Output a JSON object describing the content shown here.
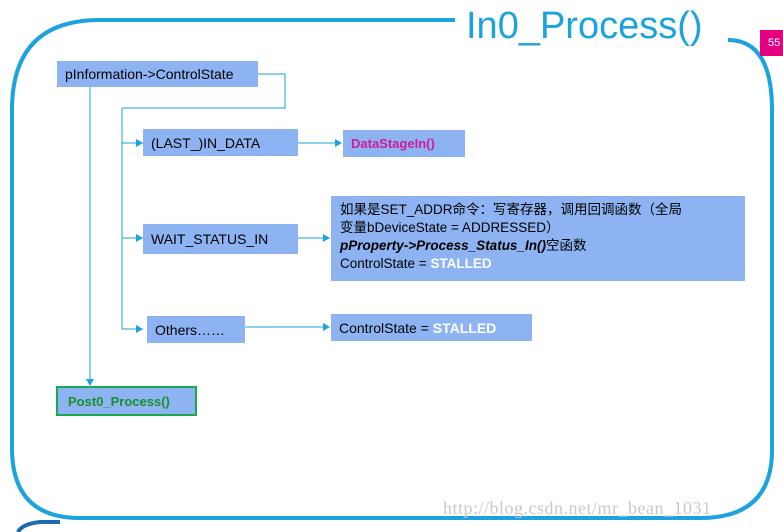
{
  "slide": {
    "title": "In0_Process()",
    "page_number": "55",
    "watermark": "http://blog.csdn.net/mr_bean_1031"
  },
  "nodes": {
    "control_state": "pInformation->ControlState",
    "in_data": "(LAST_)IN_DATA",
    "data_stage_in": "DataStageIn()",
    "wait_status_in": "WAIT_STATUS_IN",
    "wait_desc_line1": "如果是SET_ADDR命令：写寄存器，调用回调函数（全局",
    "wait_desc_line2": "变量bDeviceState = ADDRESSED）",
    "wait_desc_line3_italic": "pProperty->Process_Status_In()",
    "wait_desc_line3_suffix": "空函数",
    "control_state_prefix": "ControlState = ",
    "stalled": "STALLED",
    "others": "Others……",
    "post0": "Post0_Process()"
  },
  "colors": {
    "accent_blue": "#1aa3dc",
    "box_fill": "#8db3f2",
    "magenta": "#e4007f",
    "green": "#1aa850"
  }
}
